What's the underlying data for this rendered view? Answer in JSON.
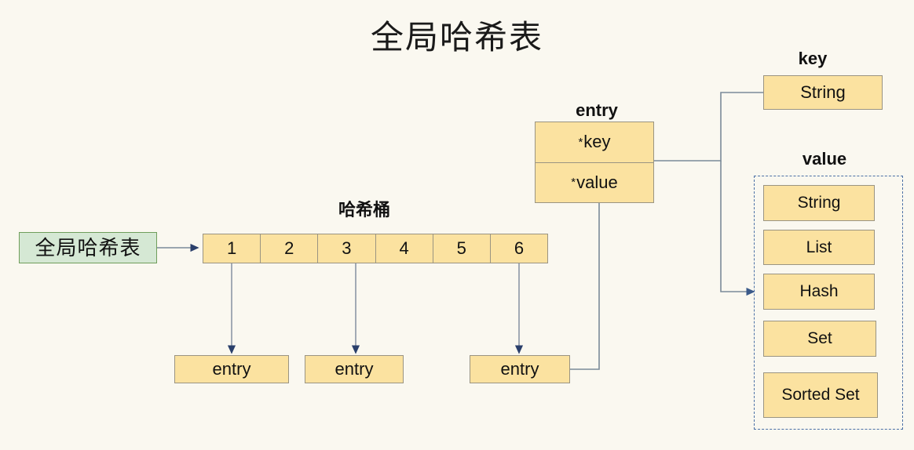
{
  "diagram": {
    "title": "全局哈希表",
    "background_color": "#faf8f0",
    "node_fill": "#fbe2a0",
    "node_border": "#9a9482",
    "green_fill": "#d5e8d4",
    "green_border": "#6f9e5b",
    "connector_color": "#7a8b99",
    "arrow_color": "#2a3f6b",
    "dashed_border_color": "#4a6fa5"
  },
  "entry_point": {
    "label": "全局哈希表"
  },
  "hash_bucket": {
    "label": "哈希桶",
    "cells": [
      "1",
      "2",
      "3",
      "4",
      "5",
      "6"
    ]
  },
  "entries": [
    {
      "label": "entry"
    },
    {
      "label": "entry"
    },
    {
      "label": "entry"
    }
  ],
  "entry_struct": {
    "label": "entry",
    "fields": [
      {
        "pointer": "*",
        "name": "key"
      },
      {
        "pointer": "*",
        "name": "value"
      }
    ]
  },
  "key_group": {
    "label": "key",
    "types": [
      "String"
    ]
  },
  "value_group": {
    "label": "value",
    "types": [
      "String",
      "List",
      "Hash",
      "Set",
      "Sorted Set"
    ]
  }
}
